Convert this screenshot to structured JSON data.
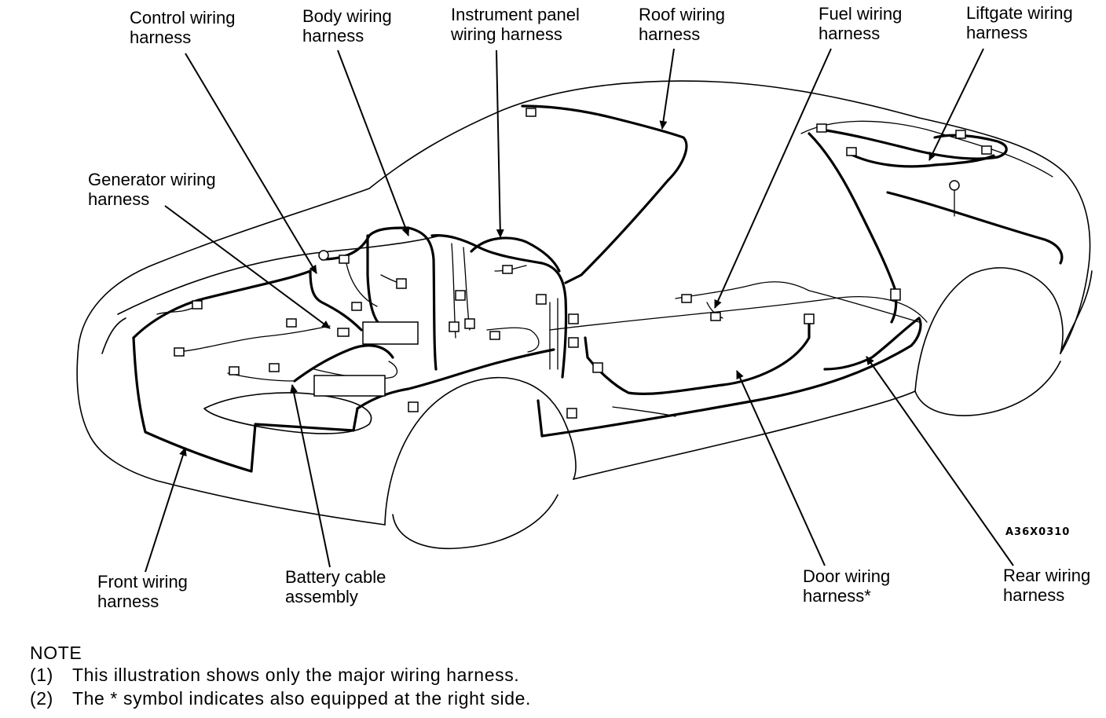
{
  "labels": {
    "control": [
      "Control wiring",
      "harness"
    ],
    "body": [
      "Body wiring",
      "harness"
    ],
    "instrument": [
      "Instrument panel",
      "wiring harness"
    ],
    "roof": [
      "Roof wiring",
      "harness"
    ],
    "fuel": [
      "Fuel wiring",
      "harness"
    ],
    "liftgate": [
      "Liftgate wiring",
      "harness"
    ],
    "generator": [
      "Generator wiring",
      "harness"
    ],
    "front": [
      "Front wiring",
      "harness"
    ],
    "battery": [
      "Battery cable",
      "assembly"
    ],
    "door": [
      "Door wiring",
      "harness*"
    ],
    "rear": [
      "Rear wiring",
      "harness"
    ]
  },
  "figure_code": "A36X0310",
  "note": {
    "title": "NOTE",
    "items": [
      {
        "num": "(1)",
        "text": "This illustration shows only the major wiring harness."
      },
      {
        "num": "(2)",
        "text": "The * symbol indicates also equipped at the right side."
      }
    ]
  }
}
